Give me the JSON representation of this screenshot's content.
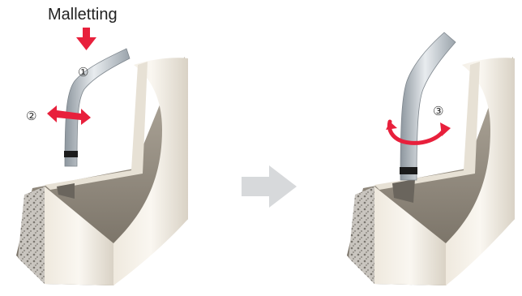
{
  "labels": {
    "malletting": "Malletting",
    "step1": "①",
    "step2": "②",
    "step3": "③"
  },
  "colors": {
    "accent_red": "#e8203c",
    "bone_outer": "#f3efe6",
    "bone_shadow": "#8f877a",
    "instrument": "#b9c1c8",
    "flow_arrow": "#d7d9db"
  },
  "icons": {
    "down_arrow": "down-arrow-icon",
    "lateral_arrow": "double-arrow-icon",
    "rotation_arrow": "rotation-arrow-icon",
    "flow_arrow": "right-arrow-icon"
  }
}
